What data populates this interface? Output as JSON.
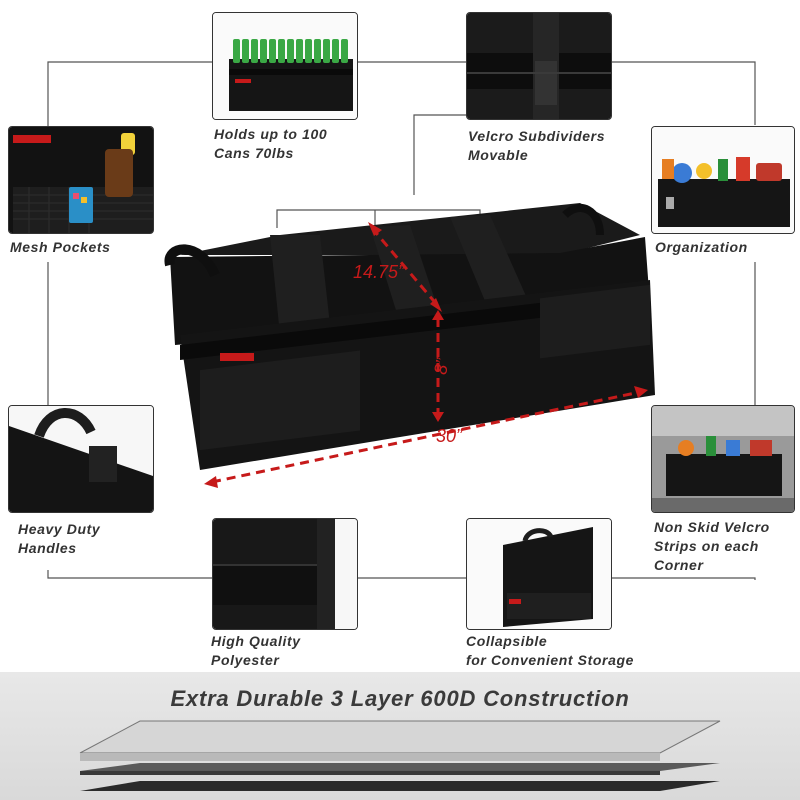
{
  "features": {
    "cans": {
      "line1": "Holds up to 100",
      "line2": "Cans 70lbs"
    },
    "velcro": {
      "line1": "Velcro Subdividers",
      "line2": "Movable"
    },
    "mesh": {
      "line1": "Mesh Pockets"
    },
    "organization": {
      "line1": "Organization"
    },
    "handles": {
      "line1": "Heavy Duty",
      "line2": "Handles"
    },
    "nonskid": {
      "line1": "Non Skid Velcro",
      "line2": "Strips on each",
      "line3": "Corner"
    },
    "polyester": {
      "line1": "High Quality",
      "line2": "Polyester"
    },
    "collapsible": {
      "line1": "Collapsible",
      "line2": "for Convenient Storage"
    }
  },
  "dimensions": {
    "width": "14.75”",
    "height": "8”",
    "length": "30”"
  },
  "footer": {
    "title": "Extra Durable 3 Layer 600D Construction"
  },
  "colors": {
    "accent": "#c61a1a",
    "product": "#141414",
    "frame": "#333333"
  }
}
